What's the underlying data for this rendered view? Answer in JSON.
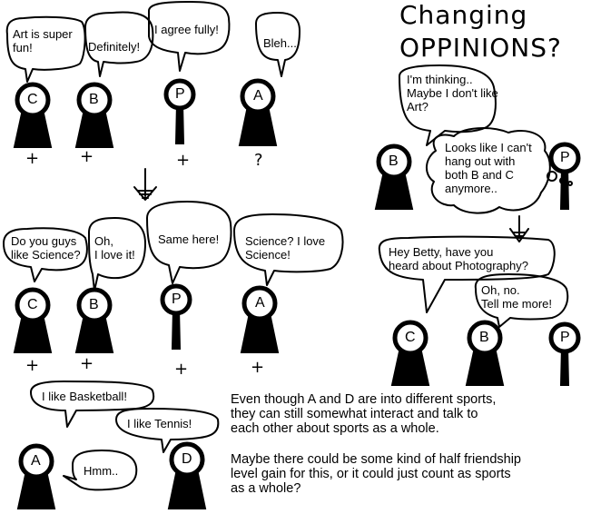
{
  "title_lines": [
    "Changing",
    "OPPINIONS?"
  ],
  "scene1": {
    "bubbles": [
      "Art is super\nfun!",
      "Definitely!",
      "I agree fully!",
      "Bleh..."
    ],
    "figures": [
      "C",
      "B",
      "P",
      "A"
    ],
    "marks": [
      "+",
      "+",
      "+",
      "?"
    ]
  },
  "scene2": {
    "bubbles": [
      "Do you guys\nlike Science?",
      "Oh,\nI love it!",
      "Same here!",
      "Science? I love\nScience!"
    ],
    "figures": [
      "C",
      "B",
      "P",
      "A"
    ],
    "marks": [
      "+",
      "+",
      "+",
      "+"
    ]
  },
  "scene3": {
    "bubbles": [
      "I like Basketball!",
      "I like Tennis!",
      "Hmm.."
    ],
    "figures": [
      "A",
      "D"
    ]
  },
  "right1": {
    "bubbles": [
      "I'm thinking..\nMaybe I don't like\nArt?",
      "Looks like I can't\nhang out with\nboth B and C\nanymore.."
    ],
    "figures": [
      "B",
      "P"
    ]
  },
  "right2": {
    "bubbles": [
      "Hey Betty, have you\nheard about Photography?",
      "Oh, no.\nTell me more!"
    ],
    "figures": [
      "C",
      "B",
      "P"
    ]
  },
  "notes": [
    "Even though A and D are into different sports,\nthey can still somewhat interact and talk to\neach other about sports as a whole.",
    "Maybe there could be some kind of half friendship\nlevel gain for this, or it could just count as sports\nas a whole?"
  ]
}
